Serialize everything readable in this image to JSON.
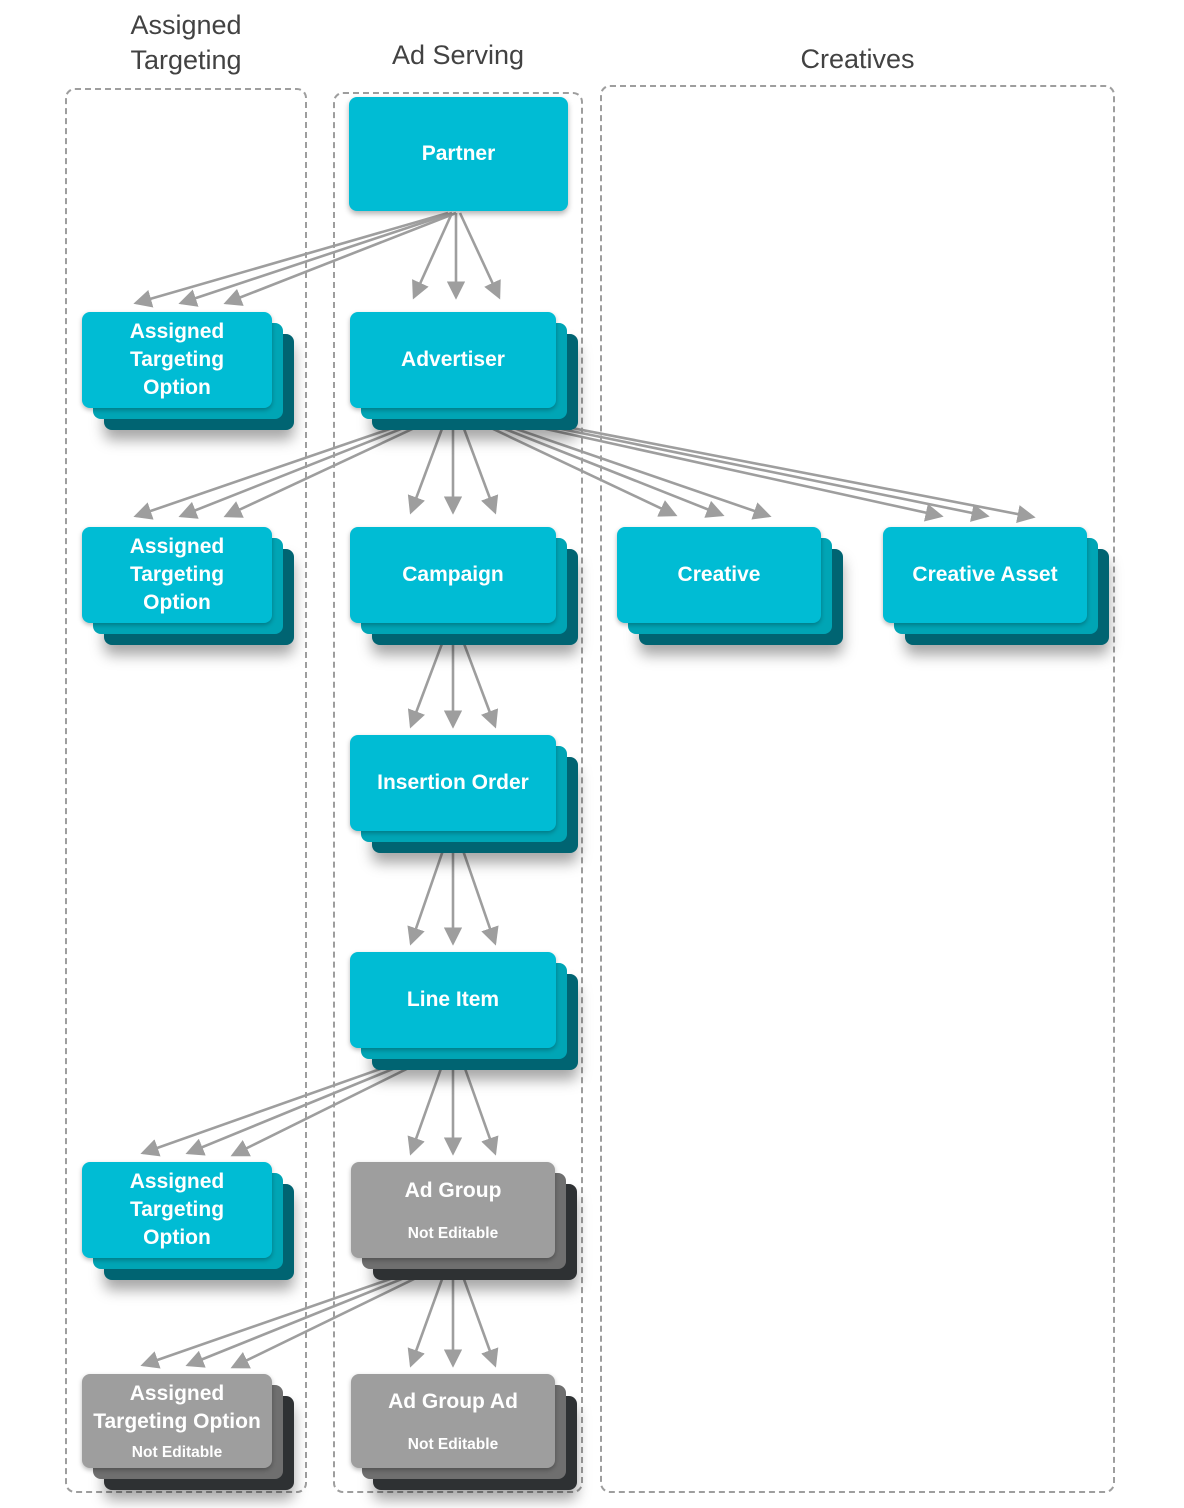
{
  "columns": {
    "assigned_targeting": {
      "title": "Assigned Targeting"
    },
    "ad_serving": {
      "title": "Ad Serving"
    },
    "creatives": {
      "title": "Creatives"
    }
  },
  "nodes": {
    "partner": {
      "label": "Partner"
    },
    "assigned_targeting_option_1": {
      "label": "Assigned Targeting Option"
    },
    "advertiser": {
      "label": "Advertiser"
    },
    "assigned_targeting_option_2": {
      "label": "Assigned Targeting Option"
    },
    "campaign": {
      "label": "Campaign"
    },
    "creative": {
      "label": "Creative"
    },
    "creative_asset": {
      "label": "Creative Asset"
    },
    "insertion_order": {
      "label": "Insertion Order"
    },
    "line_item": {
      "label": "Line Item"
    },
    "assigned_targeting_option_3": {
      "label": "Assigned Targeting Option"
    },
    "ad_group": {
      "label": "Ad Group",
      "sublabel": "Not Editable"
    },
    "assigned_targeting_option_not_editable": {
      "label": "Assigned Targeting Option",
      "sublabel": "Not Editable"
    },
    "ad_group_ad": {
      "label": "Ad Group Ad",
      "sublabel": "Not Editable"
    }
  },
  "colors": {
    "entity": "#00BCD4",
    "entity_layer2": "#00A5B5",
    "entity_layer3": "#006472",
    "not_editable": "#9E9E9E",
    "not_editable_layer2": "#6F6F6F",
    "not_editable_layer3": "#2E3133",
    "arrow": "#9E9E9E",
    "column_border": "#9E9E9E",
    "title_text": "#424242",
    "box_text": "#FFFFFF"
  }
}
